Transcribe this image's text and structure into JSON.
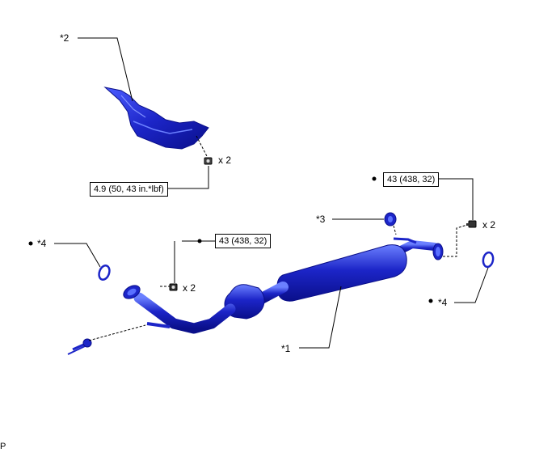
{
  "colors": {
    "part": "#1c25c8",
    "part_dark": "#0a0f8a",
    "part_light": "#5a70ff",
    "line": "#000000"
  },
  "callouts": {
    "c1": "*1",
    "c2": "*2",
    "c3": "*3",
    "c4_left": "*4",
    "c4_right": "*4"
  },
  "torque": {
    "heat_insulator": "4.9 (50, 43 in.*lbf)",
    "front_nuts": "43 (438, 32)",
    "rear_bolts": "43 (438, 32)"
  },
  "quantities": {
    "heat_insulator": "x 2",
    "front_nuts": "x 2",
    "rear_bolts": "x 2"
  },
  "footer": {
    "code": "P"
  }
}
